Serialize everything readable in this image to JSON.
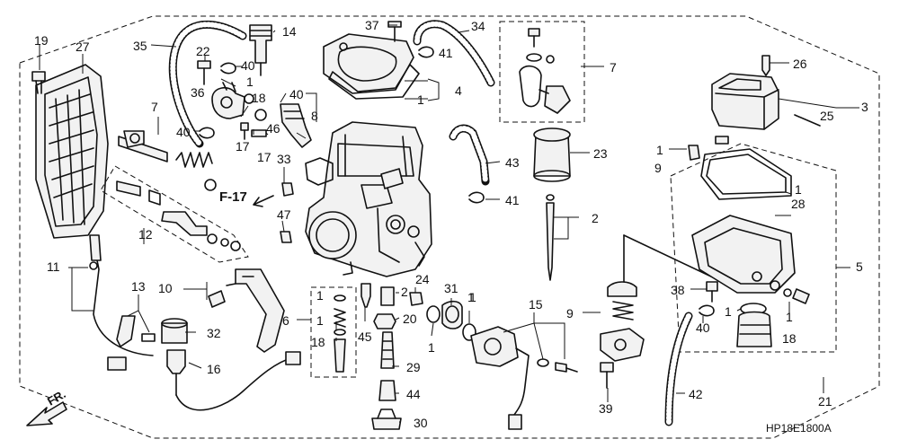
{
  "diagram": {
    "code": "HP18E1800A",
    "ref_tag": "F-17",
    "direction": "FR.",
    "callouts": [
      "19",
      "27",
      "35",
      "22",
      "40",
      "14",
      "37",
      "34",
      "41",
      "7",
      "26",
      "36",
      "1",
      "18",
      "40",
      "4",
      "1",
      "3",
      "25",
      "7",
      "40",
      "17",
      "46",
      "17",
      "8",
      "43",
      "23",
      "1",
      "9",
      "33",
      "F-17",
      "1",
      "28",
      "47",
      "41",
      "2",
      "11",
      "12",
      "5",
      "10",
      "24",
      "2",
      "31",
      "1",
      "38",
      "13",
      "6",
      "1",
      "20",
      "15",
      "9",
      "1",
      "1",
      "32",
      "1",
      "45",
      "1",
      "1",
      "40",
      "18",
      "18",
      "29",
      "16",
      "42",
      "39",
      "44",
      "21",
      "30"
    ]
  }
}
